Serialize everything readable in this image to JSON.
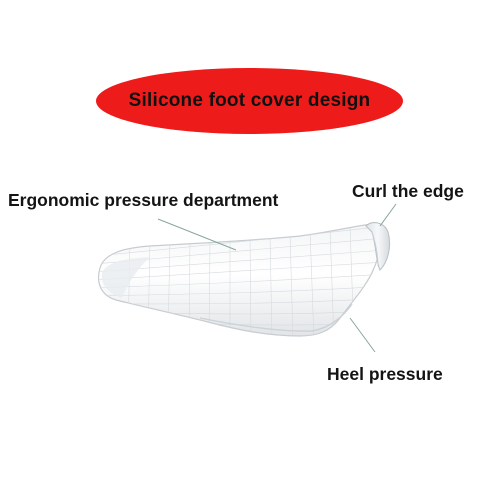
{
  "banner": {
    "title": "Silicone foot cover design",
    "color": "#ee1b1b"
  },
  "callouts": {
    "ergonomic": "Ergonomic pressure department",
    "curl": "Curl the edge",
    "heel": "Heel pressure"
  },
  "product": {
    "icon": "silicone-foot-cover-icon",
    "leader_color": "#86a89a"
  }
}
